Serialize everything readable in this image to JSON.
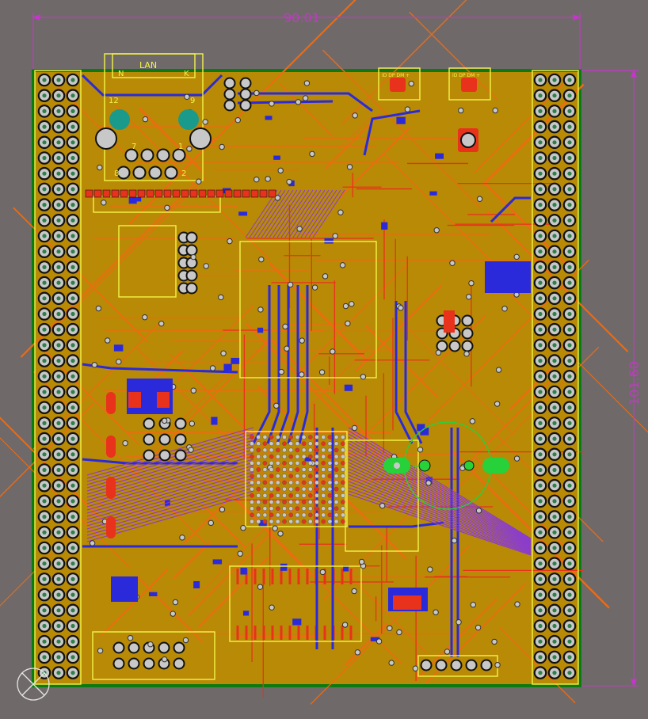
{
  "dimensions": {
    "width_label": "90.01",
    "height_label": "101.60"
  },
  "board": {
    "connector_label": "LAN",
    "lan_pin_labels": [
      "N",
      "K",
      "12",
      "9",
      "7",
      "1",
      "8",
      "2"
    ],
    "usb_left_label": "ID DP DM +",
    "usb_right_label": "ID DP DM +",
    "polarity_label": "+"
  },
  "colors": {
    "background": "#6f6a69",
    "board_fill": "#b88a05",
    "board_outline": "#0c7a12",
    "dimension": "#c437c7",
    "top_copper": "#e8321c",
    "bottom_copper": "#2a2adb",
    "silkscreen": "#f3f34a",
    "pad": "#c8c8c8",
    "pad_green": "#27d13a"
  },
  "icons": [
    "origin-marker-icon"
  ]
}
